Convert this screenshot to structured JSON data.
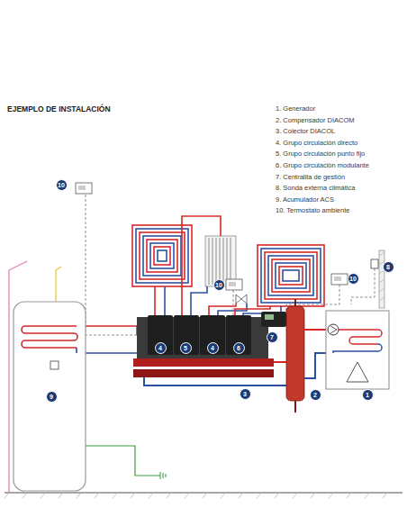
{
  "diagram": {
    "title": "EJEMPLO DE INSTALACIÓN",
    "nodes": [
      {
        "text": [
          "10"
        ]
      },
      {
        "text": [
          "8"
        ]
      },
      {
        "text": [
          "10"
        ]
      },
      {
        "text": [
          "10"
        ]
      },
      {
        "text": [
          "7"
        ]
      },
      {
        "text": [
          "4"
        ]
      },
      {
        "text": [
          "5"
        ]
      },
      {
        "text": [
          "4"
        ]
      },
      {
        "text": [
          "6"
        ]
      },
      {
        "text": [
          "3"
        ]
      },
      {
        "text": [
          "2"
        ]
      },
      {
        "text": [
          "1"
        ]
      },
      {
        "text": [
          "9"
        ]
      }
    ],
    "labels": [
      "1. Generador",
      "2. Compensador DIACOM",
      "3. Colector DIACOL",
      "4. Grupo circulación directo",
      "5. Grupo circulación punto fijo",
      "6. Grupo circulación modulante",
      "7. Centralita de gestión",
      "8. Sonda externa climática",
      "9. Acumulador ACS",
      "10. Termostato ambiente"
    ]
  }
}
